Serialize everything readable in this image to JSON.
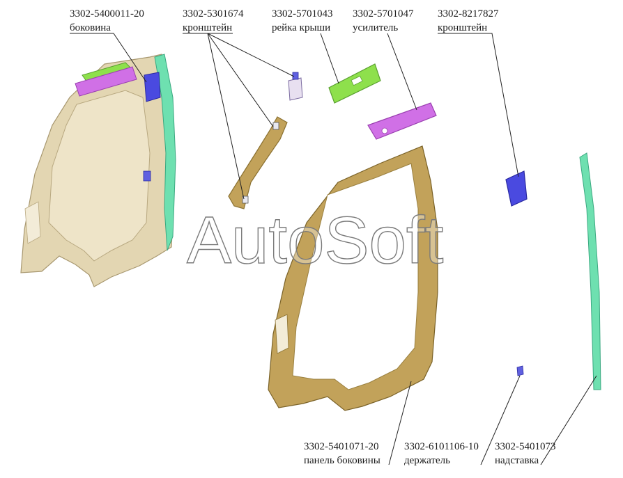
{
  "watermark": "AutoSoft",
  "parts": [
    {
      "number": "3302-5400011-20",
      "name": "боковина"
    },
    {
      "number": "3302-5301674",
      "name": "кронштейн"
    },
    {
      "number": "3302-5701043",
      "name": "рейка крыши"
    },
    {
      "number": "3302-5701047",
      "name": "усилитель"
    },
    {
      "number": "3302-8217827",
      "name": "кронштейн"
    },
    {
      "number": "3302-5401071-20",
      "name": "панель боковины"
    },
    {
      "number": "3302-6101106-10",
      "name": "держатель"
    },
    {
      "number": "3302-5401073",
      "name": "надставка"
    }
  ],
  "colors": {
    "body_panel": "#e3d6b2",
    "inner_panel": "#c2a25a",
    "pink_part": "#d070e6",
    "green_part": "#8ee04c",
    "blue_part": "#4a4ae0",
    "teal_part": "#6ee0b0"
  }
}
